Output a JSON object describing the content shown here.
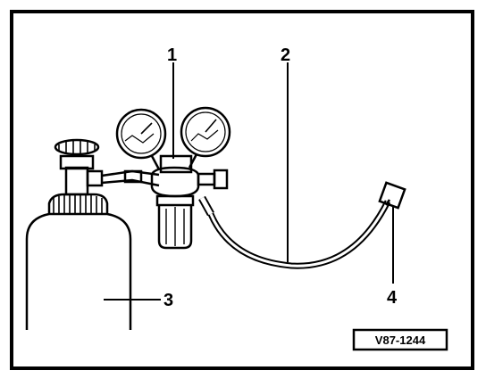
{
  "callouts": {
    "c1": "1",
    "c2": "2",
    "c3": "3",
    "c4": "4"
  },
  "reference_code": "V87-1244",
  "parts": {
    "cylinder": "gas-cylinder",
    "regulator": "pressure-regulator",
    "hose": "hose",
    "connector": "hose-connector"
  }
}
